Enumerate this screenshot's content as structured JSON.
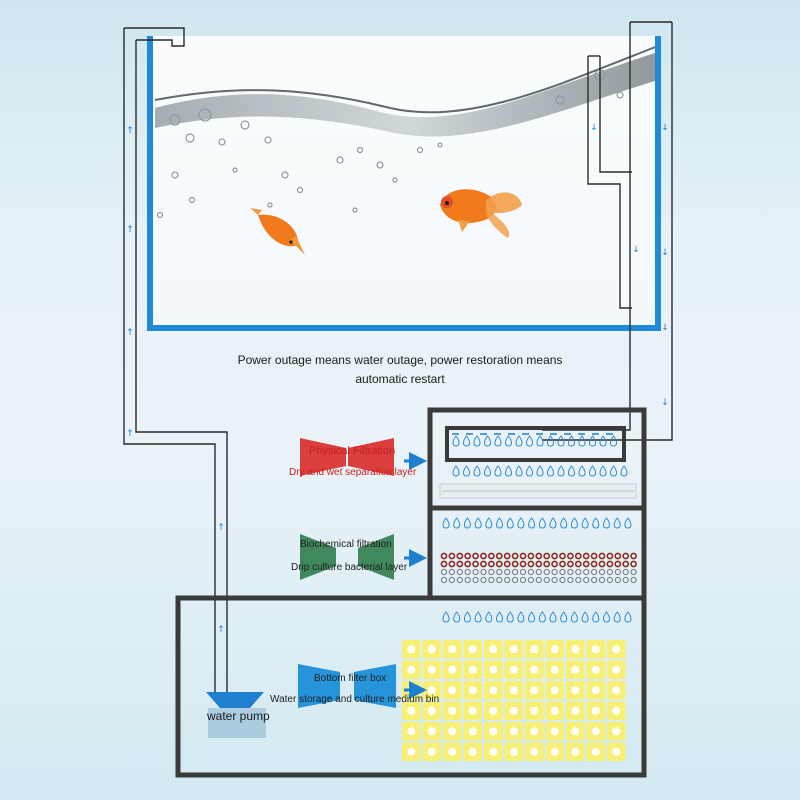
{
  "caption": {
    "line1": "Power outage means water outage, power restoration means",
    "line2": "automatic restart"
  },
  "stages": [
    {
      "title": "Physical Filtration",
      "subtitle": "Dry and wet separation layer",
      "color": "#d9302c",
      "icon": "red-bow-arrow-icon"
    },
    {
      "title": "Biochemical filtration",
      "subtitle": "Drip culture bacterial layer",
      "color": "#2f7d4c",
      "icon": "green-bow-arrow-icon"
    },
    {
      "title": "Bottom filter box",
      "subtitle": "Water storage and culture medium bin",
      "color": "#1c8fd8",
      "icon": "blue-bow-arrow-icon"
    }
  ],
  "pump": {
    "label": "water pump",
    "color": "#1f7fd0"
  },
  "colors": {
    "tank_wall": "#1f8ad8",
    "pipe": "#2b2b2b",
    "frame": "#3a3a3a",
    "fish": "#f07a1c",
    "culture_media": "#f7f074",
    "bacteria_ring": "#8b2a1e",
    "water_drop": "#2a8ad2"
  }
}
